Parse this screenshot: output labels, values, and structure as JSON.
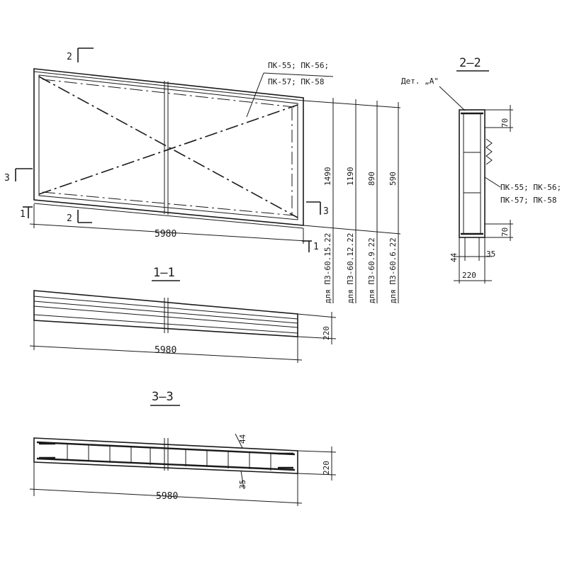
{
  "plan": {
    "width_dim": "5980",
    "callout_marks": "ПК-55; ПК-56;",
    "callout_marks_2": "ПК-57; ПК-58",
    "section_mark_2": "2",
    "section_mark_3": "3",
    "section_mark_1": "1",
    "dims": [
      "1490",
      "1190",
      "890",
      "590"
    ],
    "dim_notes": [
      "для ПЗ-60.15.22",
      "для ПЗ-60.12.22",
      "для ПЗ-60.9.22",
      "для ПЗ-60.6.22"
    ]
  },
  "section_1_1": {
    "title": "1–1",
    "length_dim": "5980",
    "height_dim": "220"
  },
  "section_2_2": {
    "title": "2–2",
    "detail_label": "Дет. „А\"",
    "top_dim": "70",
    "bottom_dim": "70",
    "left_dim": "44",
    "right_dim": "35",
    "width_dim": "220",
    "callout_marks": "ПК-55; ПК-56;",
    "callout_marks_2": "ПК-57; ПК-58"
  },
  "section_3_3": {
    "title": "3–3",
    "length_dim": "5980",
    "height_dim": "220",
    "top_dim": "44",
    "bottom_dim": "35"
  }
}
